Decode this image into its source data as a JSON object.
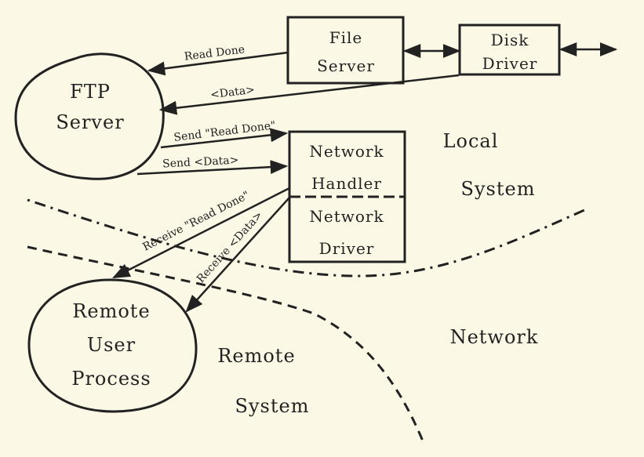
{
  "nodes": {
    "ftp_server": {
      "line1": "FTP",
      "line2": "Server"
    },
    "file_server": {
      "line1": "File",
      "line2": "Server"
    },
    "disk_driver": {
      "line1": "Disk",
      "line2": "Driver"
    },
    "network_handler": {
      "line1": "Network",
      "line2": "Handler"
    },
    "network_driver": {
      "line1": "Network",
      "line2": "Driver"
    },
    "remote_user_process": {
      "line1": "Remote",
      "line2": "User",
      "line3": "Process"
    }
  },
  "regions": {
    "local_system": {
      "line1": "Local",
      "line2": "System"
    },
    "remote_system": {
      "line1": "Remote",
      "line2": "System"
    },
    "network": "Network"
  },
  "edges": {
    "read_done": "Read Done",
    "data": "<Data>",
    "send_read_done": "Send \"Read Done\"",
    "send_data": "Send <Data>",
    "receive_read_done": "Receive \"Read Done\"",
    "receive_data": "Receive <Data>"
  },
  "colors": {
    "ink": "#222222",
    "paper": "#fbf8e6"
  }
}
